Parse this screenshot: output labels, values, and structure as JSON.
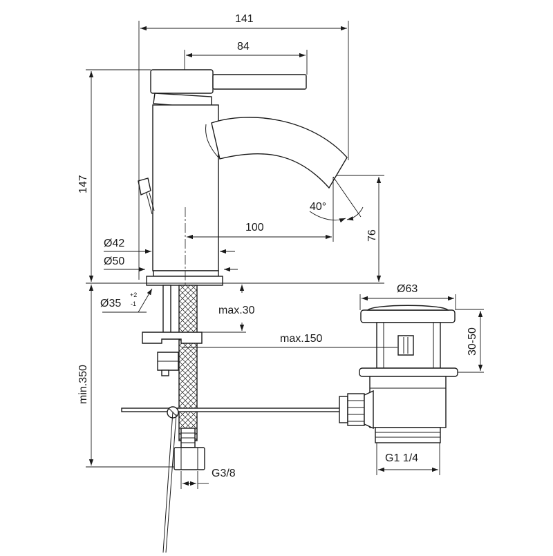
{
  "dimensions": {
    "overall_width": "141",
    "lever_length": "84",
    "total_height": "147",
    "spout_reach": "100",
    "spout_height": "76",
    "spout_angle": "40°",
    "body_diameter": "Ø42",
    "base_diameter": "Ø50",
    "hole_diameter": "Ø35",
    "hole_tolerance_plus": "+2",
    "hole_tolerance_minus": "-1",
    "max_thickness": "max.30",
    "max_length": "max.150",
    "min_length": "min.350",
    "waste_diameter": "Ø63",
    "waste_lift": "30-50",
    "waste_thread": "G1 1/4",
    "supply_thread": "G3/8"
  }
}
